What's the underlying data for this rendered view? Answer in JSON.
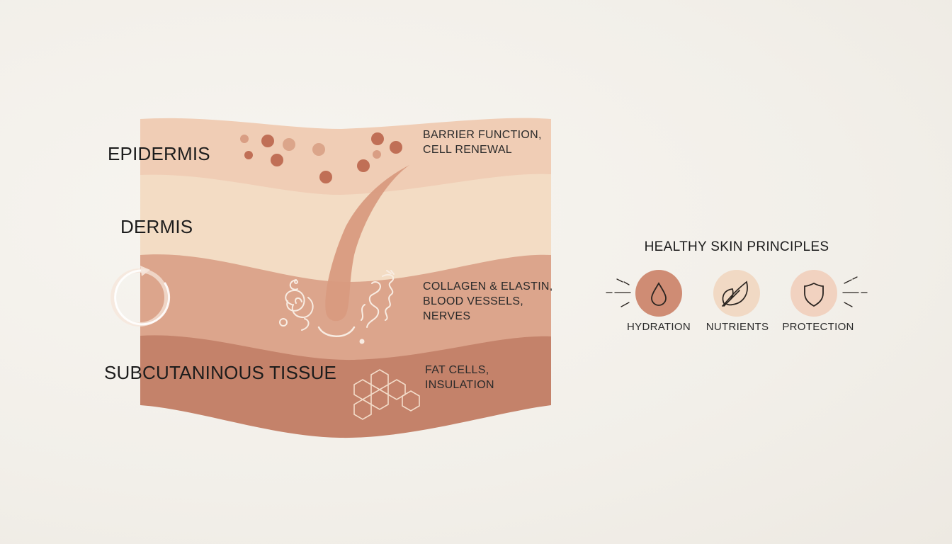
{
  "layers": {
    "epidermis": "EPIDERMIS",
    "dermis": "DERMIS",
    "subcutaneous": "SUBCUTANINOUS TISSUE"
  },
  "descriptions": {
    "epidermis": [
      "BARRIER FUNCTION,",
      "CELL RENEWAL"
    ],
    "dermis": [
      "COLLAGEN & ELASTIN,",
      "BLOOD VESSELS,",
      "NERVES"
    ],
    "subcutaneous": [
      "FAT CELLS,",
      "INSULATION"
    ]
  },
  "principles": {
    "title": "HEALTHY SKIN PRINCIPLES",
    "items": [
      {
        "label": "HYDRATION",
        "icon": "water-drop-icon",
        "color": "#cf8c74"
      },
      {
        "label": "NUTRIENTS",
        "icon": "leaf-icon",
        "color": "#f1d9c4"
      },
      {
        "label": "PROTECTION",
        "icon": "shield-icon",
        "color": "#f1d2c0"
      }
    ]
  },
  "colors": {
    "epidermis": "#f0cdb5",
    "dermis": "#f3dcc4",
    "dermis_lower": "#dca58c",
    "subcutaneous": "#c4826a",
    "cells": "#c06f56",
    "background": "#f4f1ec"
  }
}
